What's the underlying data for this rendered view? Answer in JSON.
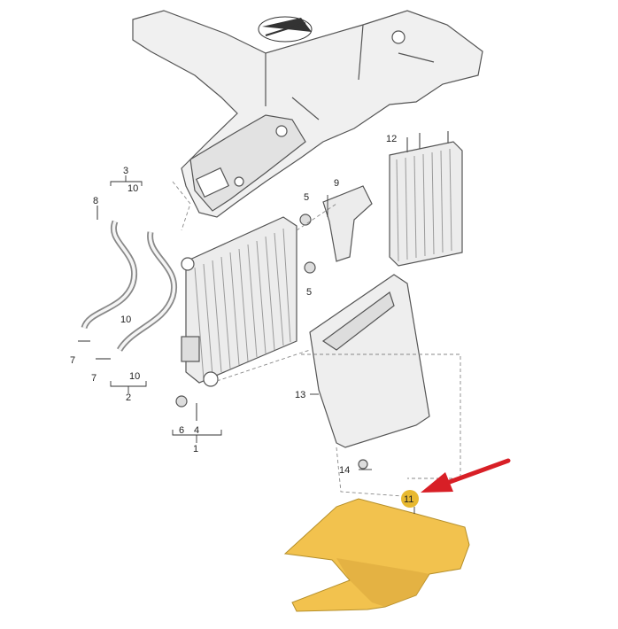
{
  "labels": {
    "l1": "1",
    "l2": "2",
    "l3": "3",
    "l4": "4",
    "l5a": "5",
    "l5b": "5",
    "l6": "6",
    "l7a": "7",
    "l7b": "7",
    "l8": "8",
    "l9": "9",
    "l10a": "10",
    "l10b": "10",
    "l10c": "10",
    "l11": "11",
    "l12": "12",
    "l13": "13",
    "l14": "14"
  },
  "colors": {
    "highlight_part": "#f2c24e",
    "highlight_badge": "#e8b930",
    "arrow": "#d81f26",
    "line_art": "#555555",
    "fill_light": "#eeeeee"
  },
  "icons": {
    "direction": "compass-arrow-icon",
    "pointer": "red-arrow-icon"
  }
}
